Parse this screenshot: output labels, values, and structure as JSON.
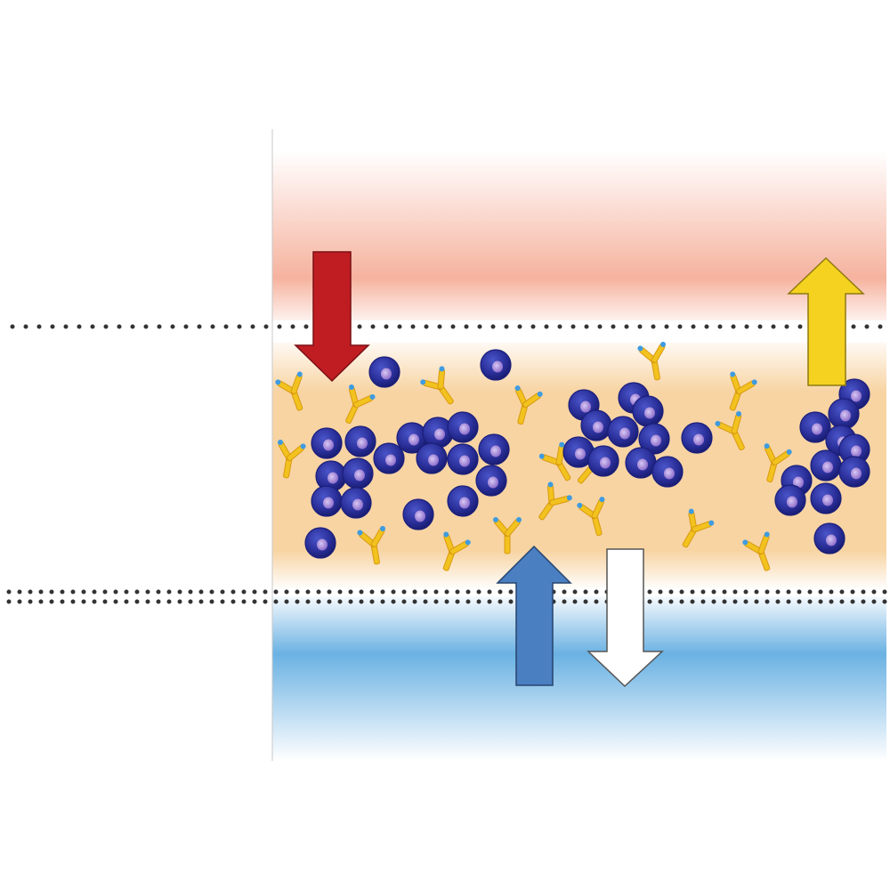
{
  "colors": {
    "top_band": "#f4a58d",
    "middle_band": "#f6c98c",
    "bottom_band": "#5aa9e0",
    "dotted_line": "#333333",
    "frame_line": "#c8c8c8",
    "cell_fill": "#2a2f9a",
    "cell_rim": "#1b1f7a",
    "cell_nucleus": "#9a7fd0",
    "antibody_arm": "#f2c21e",
    "antibody_edge": "#d99a10",
    "antibody_tip": "#3f9be0",
    "arrow_red": "#c01d22",
    "arrow_yellow": "#f5d21f",
    "arrow_blue": "#4a7fc1",
    "arrow_white": "#ffffff"
  },
  "elements": {
    "bands": [
      "top-band",
      "middle-band",
      "bottom-band"
    ],
    "dotted_lines": [
      "upper-boundary",
      "lower-boundary"
    ],
    "arrows": [
      {
        "name": "red-down-arrow",
        "color_key": "arrow_red",
        "direction": "down"
      },
      {
        "name": "yellow-up-arrow",
        "color_key": "arrow_yellow",
        "direction": "up"
      },
      {
        "name": "blue-up-arrow",
        "color_key": "arrow_blue",
        "direction": "up"
      },
      {
        "name": "white-down-arrow",
        "color_key": "arrow_white",
        "direction": "down"
      }
    ],
    "icons": [
      "cell-icon",
      "antibody-icon"
    ]
  }
}
